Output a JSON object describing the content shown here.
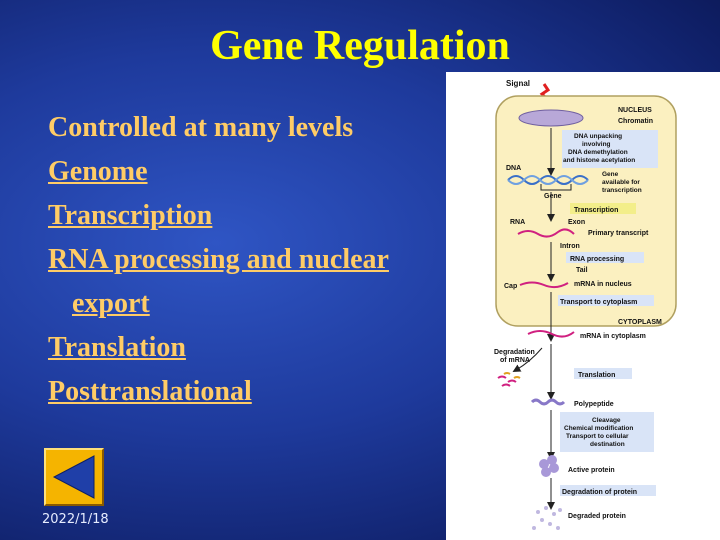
{
  "slide": {
    "title": "Gene Regulation",
    "bullets": [
      "Controlled at many levels",
      "Genome",
      "Transcription",
      "RNA processing and nuclear",
      "export",
      "Translation",
      "Posttranslational"
    ],
    "date": "2022/1/18"
  },
  "nav": {
    "back_icon": "back-triangle-icon"
  },
  "colors": {
    "title": "#ffff00",
    "bullet_text": "#ffcc66",
    "background": "#1e3a9c",
    "nav_button": "#f5b400",
    "nucleus_fill": "#fbf0c0",
    "label_box": "#d9e4f7"
  },
  "diagram": {
    "signal": "Signal",
    "nucleus": "NUCLEUS",
    "chromatin": "Chromatin",
    "unpacking": [
      "DNA unpacking",
      "involving",
      "DNA demethylation",
      "and histone acetylation"
    ],
    "dna": "DNA",
    "gene": "Gene",
    "gene_available": [
      "Gene",
      "available for",
      "transcription"
    ],
    "transcription": "Transcription",
    "rna": "RNA",
    "exon": "Exon",
    "primary_transcript": "Primary transcript",
    "intron": "Intron",
    "rna_processing": "RNA processing",
    "tail": "Tail",
    "cap": "Cap",
    "mrna_nucleus": "mRNA in nucleus",
    "transport_cytoplasm": "Transport to cytoplasm",
    "cytoplasm": "CYTOPLASM",
    "mrna_cytoplasm": "mRNA in cytoplasm",
    "degradation_mrna": [
      "Degradation",
      "of mRNA"
    ],
    "translation": "Translation",
    "polypeptide": "Polypeptide",
    "cleavage": [
      "Cleavage",
      "Chemical modification",
      "Transport to cellular",
      "destination"
    ],
    "active_protein": "Active protein",
    "degradation_protein": "Degradation of protein",
    "degraded_protein": "Degraded protein"
  }
}
